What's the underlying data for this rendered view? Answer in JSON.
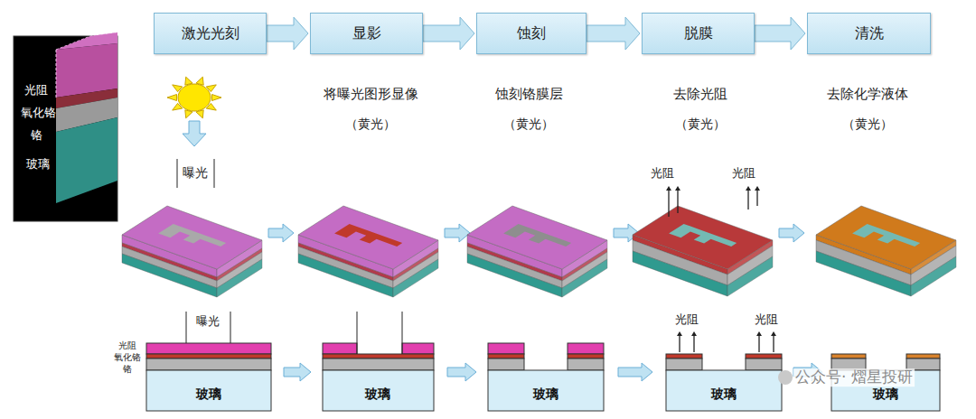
{
  "diagram": {
    "nodes": [
      {
        "text": [
          "激光光刻"
        ]
      },
      {
        "text": [
          "显影"
        ]
      },
      {
        "text": [
          "蚀刻"
        ]
      },
      {
        "text": [
          "脱膜"
        ]
      },
      {
        "text": [
          "清洗"
        ]
      }
    ],
    "edges": [
      {
        "from": 0,
        "to": 1,
        "arrow": "to"
      },
      {
        "from": 1,
        "to": 2,
        "arrow": "to"
      },
      {
        "from": 2,
        "to": 3,
        "arrow": "to"
      },
      {
        "from": 3,
        "to": 4,
        "arrow": "to"
      }
    ],
    "labels": [
      "光阻",
      "氧化铬",
      "铬",
      "玻璃",
      "曝光",
      "将曝光图形显像",
      "（黄光）",
      "蚀刻铬膜层",
      "（黄光）",
      "去除光阻",
      "（黄光）",
      "去除化学液体",
      "（黄光）",
      "光阻",
      "光阻",
      "光阻",
      "氧化铬",
      "铬",
      "曝光",
      "玻璃",
      "玻璃",
      "玻璃",
      "玻璃",
      "玻璃",
      "光阻",
      "光阻",
      "公众号· 熠星投研"
    ]
  }
}
